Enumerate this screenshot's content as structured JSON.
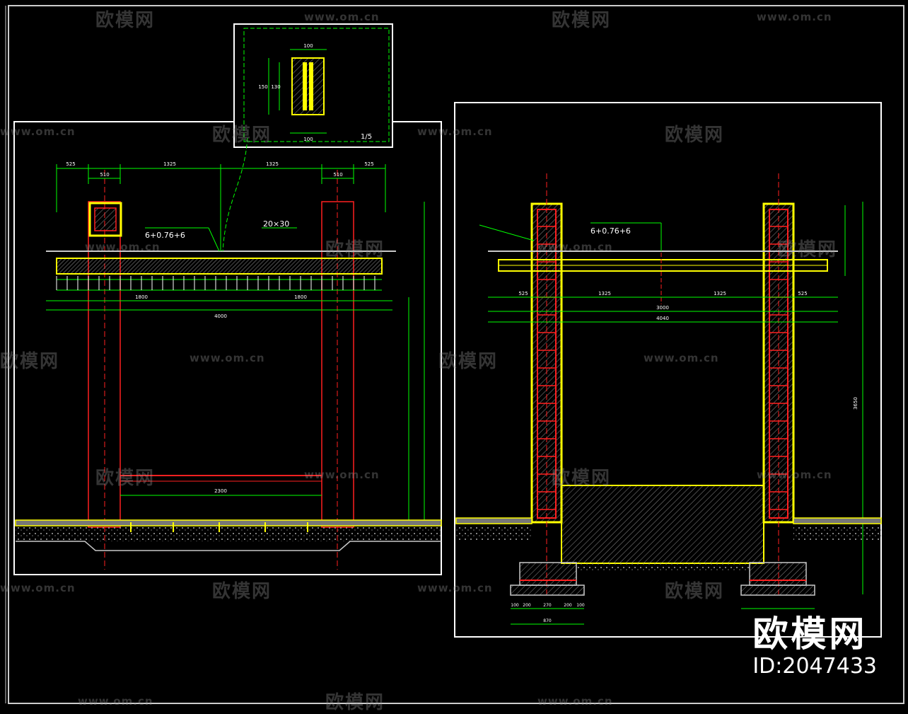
{
  "drawing": {
    "left_dims_top": [
      "525",
      "510",
      "1325",
      "1325",
      "510",
      "525"
    ],
    "left_dim_total": "4000",
    "left_dim_sub_left": "1800",
    "left_dim_sub_right": "1800",
    "left_dim_opening": "2300",
    "left_note_1": "6+0.76+6",
    "left_note_2": "20×30",
    "left_scale": "1/5",
    "detail_dims": [
      "100",
      "150",
      "130",
      "100"
    ],
    "right_note_1": "6+0.76+6",
    "right_dims_mid": [
      "525",
      "1325",
      "1325",
      "525"
    ],
    "right_dim_center": "3000",
    "right_dim_total": "4040",
    "right_foot_dims": [
      "100",
      "200",
      "270",
      "200",
      "100"
    ],
    "right_foot_total": "870",
    "right_height": "3650"
  },
  "watermark": {
    "brand_cn": "欧模网",
    "url": "www.om.cn"
  },
  "brand": {
    "name": "欧模网",
    "id": "ID:2047433"
  },
  "colors": {
    "frame": "#ffffff",
    "wall": "#ffff00",
    "rebar": "#ff2020",
    "dim": "#00ff00",
    "glass": "#c8c8c8"
  }
}
